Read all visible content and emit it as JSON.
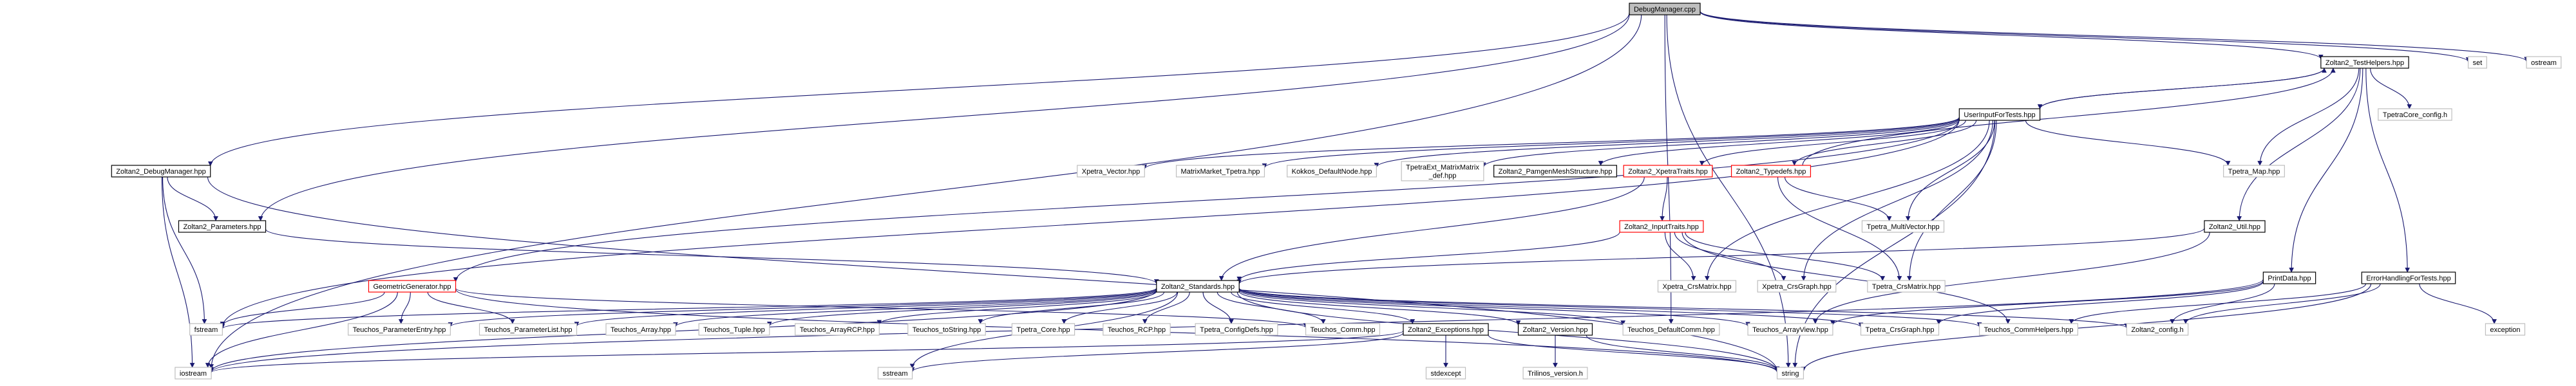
{
  "colors": {
    "edge": "#191970",
    "root_fill": "#bfbfbf",
    "root_stroke": "#000000",
    "solid_stroke": "#000000",
    "light_stroke": "#bfbfbf",
    "red_stroke": "#ff0000",
    "background": "#ffffff"
  },
  "nodes": {
    "n_debugmanager_cpp": "DebugManager.cpp",
    "n_testhelpers": "Zoltan2_TestHelpers.hpp",
    "n_set": "set",
    "n_ostream": "ostream",
    "n_userinput": "UserInputForTests.hpp",
    "n_tpetracore_config": "TpetraCore_config.h",
    "n_zdebugmanager": "Zoltan2_DebugManager.hpp",
    "n_xpetra_vector": "Xpetra_Vector.hpp",
    "n_matrixmarket": "MatrixMarket_Tpetra.hpp",
    "n_kokkos_node": "Kokkos_DefaultNode.hpp",
    "n_tpetraext": "TpetraExt_MatrixMatrix_def.hpp",
    "n_pamgen": "Zoltan2_PamgenMeshStructure.hpp",
    "n_xpetratraits": "Zoltan2_XpetraTraits.hpp",
    "n_typedefs": "Zoltan2_Typedefs.hpp",
    "n_tpetra_map": "Tpetra_Map.hpp",
    "n_parameters": "Zoltan2_Parameters.hpp",
    "n_tpetra_multivector": "Tpetra_MultiVector.hpp",
    "n_inputtraits": "Zoltan2_InputTraits.hpp",
    "n_util": "Zoltan2_Util.hpp",
    "n_printdata": "PrintData.hpp",
    "n_errorhandling": "ErrorHandlingForTests.hpp",
    "n_xpetra_crsmatrix": "Xpetra_CrsMatrix.hpp",
    "n_xpetra_crsgraph": "Xpetra_CrsGraph.hpp",
    "n_tpetra_crsmatrix": "Tpetra_CrsMatrix.hpp",
    "n_geometricgenerator": "GeometricGenerator.hpp",
    "n_standards": "Zoltan2_Standards.hpp",
    "n_fstream": "fstream",
    "n_teuchos_parameterentry": "Teuchos_ParameterEntry.hpp",
    "n_teuchos_parameterlist": "Teuchos_ParameterList.hpp",
    "n_teuchos_array": "Teuchos_Array.hpp",
    "n_teuchos_tuple": "Teuchos_Tuple.hpp",
    "n_teuchos_arrayrcp": "Teuchos_ArrayRCP.hpp",
    "n_teuchos_tostring": "Teuchos_toString.hpp",
    "n_tpetra_core": "Tpetra_Core.hpp",
    "n_teuchos_rcp": "Teuchos_RCP.hpp",
    "n_tpetra_configdefs": "Tpetra_ConfigDefs.hpp",
    "n_teuchos_comm": "Teuchos_Comm.hpp",
    "n_zexceptions": "Zoltan2_Exceptions.hpp",
    "n_zversion": "Zoltan2_Version.hpp",
    "n_teuchos_defaultcomm": "Teuchos_DefaultComm.hpp",
    "n_teuchos_arrayview": "Teuchos_ArrayView.hpp",
    "n_tpetra_crsgraph": "Tpetra_CrsGraph.hpp",
    "n_teuchos_commhelpers": "Teuchos_CommHelpers.hpp",
    "n_zconfig": "Zoltan2_config.h",
    "n_exception": "exception",
    "n_iostream": "iostream",
    "n_sstream": "sstream",
    "n_string": "string",
    "n_stdexcept": "stdexcept",
    "n_trilinos_version": "Trilinos_version.h"
  }
}
